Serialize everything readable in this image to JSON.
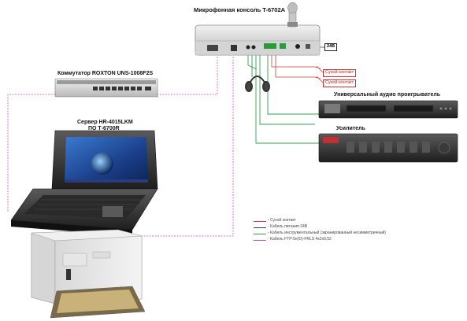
{
  "labels": {
    "console": "Микрофонная консоль T-6702A",
    "switch": "Коммутатор ROXTON UNS-1008F2S",
    "server_line1": "Сервер HR-4015LKM",
    "server_line2": "ПО Т-6700R",
    "player": "Универсальный аудио проигрыватель",
    "amp": "Усилитель",
    "volt": "24В",
    "dry_contact_1": "Сухой контакт",
    "dry_contact_2": "Сухой контакт"
  },
  "legend": [
    {
      "text": "- Сухой контакт",
      "color": "#d04040"
    },
    {
      "text": "- Кабель питания 24В",
      "color": "#303090"
    },
    {
      "text": "- Кабель инструментальный (экранированный несимметричный)",
      "color": "#30a050"
    },
    {
      "text": "- Кабель FTP-5e(D)-FRLS 4x2x0,52",
      "color": "#c050c0"
    }
  ],
  "colors": {
    "dry": "#d04040",
    "power": "#303090",
    "audio": "#30a050",
    "ftp": "#c050c0"
  }
}
